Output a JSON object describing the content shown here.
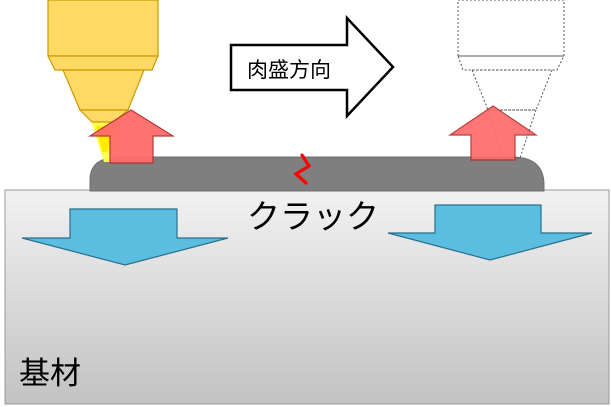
{
  "labels": {
    "direction": "肉盛方向",
    "crack": "クラック",
    "substrate": "基材"
  },
  "colors": {
    "substrate_top": "#f2f2f2",
    "substrate_bottom": "#c2c2c2",
    "bead": "#7f7f7f",
    "nozzle_fill": "#ffd966",
    "nozzle_stroke": "#c99a00",
    "laser_spot": "#ffff4d",
    "heat_in_arrow": "#ff6b6b",
    "heat_out_arrow": "#5bbde0",
    "crack_mark": "#ff0000"
  }
}
